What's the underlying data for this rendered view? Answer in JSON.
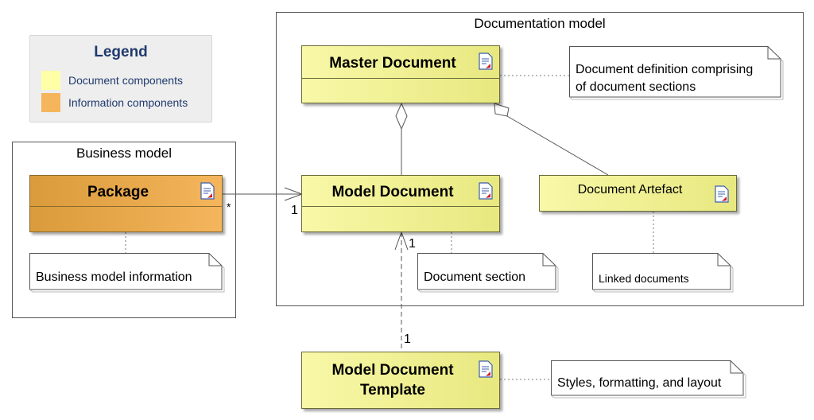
{
  "colors": {
    "document_component": "#ffffa6",
    "information_component": "#f5b55c",
    "legend_text": "#1f3a6e"
  },
  "legend": {
    "title": "Legend",
    "items": [
      {
        "label": "Document components",
        "color": "#ffffa6"
      },
      {
        "label": "Information components",
        "color": "#f5b55c"
      }
    ]
  },
  "packages": {
    "documentation_model": "Documentation model",
    "business_model": "Business model"
  },
  "classes": {
    "master_document": "Master Document",
    "model_document": "Model Document",
    "package": "Package",
    "document_artefact": "Document Artefact",
    "model_document_template_line1": "Model Document",
    "model_document_template_line2": "Template"
  },
  "notes": {
    "master_document_line1": "Document definition comprising",
    "master_document_line2": "of document sections",
    "model_document": "Document section",
    "package": "Business model information",
    "document_artefact": "Linked documents",
    "template": "Styles, formatting, and layout"
  },
  "multiplicities": {
    "package_source": "*",
    "model_document_target": "1",
    "template_dependency_source": "1",
    "template_dependency_target": "1"
  },
  "icons": {
    "class_icon": "document-icon"
  }
}
